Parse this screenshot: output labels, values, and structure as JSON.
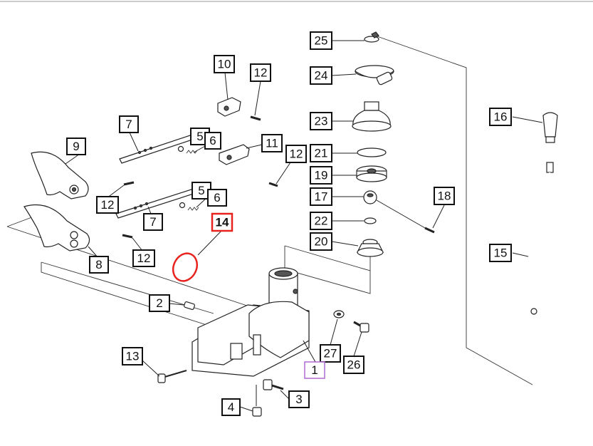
{
  "callouts": [
    {
      "id": "c25",
      "label": "25"
    },
    {
      "id": "c24",
      "label": "24"
    },
    {
      "id": "c23",
      "label": "23"
    },
    {
      "id": "c21",
      "label": "21"
    },
    {
      "id": "c19",
      "label": "19"
    },
    {
      "id": "c17",
      "label": "17"
    },
    {
      "id": "c22",
      "label": "22"
    },
    {
      "id": "c20",
      "label": "20"
    },
    {
      "id": "c18",
      "label": "18"
    },
    {
      "id": "c16",
      "label": "16"
    },
    {
      "id": "c15",
      "label": "15"
    },
    {
      "id": "c10",
      "label": "10"
    },
    {
      "id": "c12a",
      "label": "12"
    },
    {
      "id": "c7a",
      "label": "7"
    },
    {
      "id": "c5a",
      "label": "5"
    },
    {
      "id": "c6a",
      "label": "6"
    },
    {
      "id": "c11",
      "label": "11"
    },
    {
      "id": "c12b",
      "label": "12"
    },
    {
      "id": "c9",
      "label": "9"
    },
    {
      "id": "c12c",
      "label": "12"
    },
    {
      "id": "c5b",
      "label": "5"
    },
    {
      "id": "c6b",
      "label": "6"
    },
    {
      "id": "c7b",
      "label": "7"
    },
    {
      "id": "c14",
      "label": "14"
    },
    {
      "id": "c8",
      "label": "8"
    },
    {
      "id": "c12d",
      "label": "12"
    },
    {
      "id": "c2",
      "label": "2"
    },
    {
      "id": "c13",
      "label": "13"
    },
    {
      "id": "c27",
      "label": "27"
    },
    {
      "id": "c26",
      "label": "26"
    },
    {
      "id": "c1",
      "label": "1"
    },
    {
      "id": "c3",
      "label": "3"
    },
    {
      "id": "c4",
      "label": "4"
    }
  ],
  "colors": {
    "highlight": "#e8231f",
    "selected": "#b06ad0",
    "ink": "#111111"
  }
}
